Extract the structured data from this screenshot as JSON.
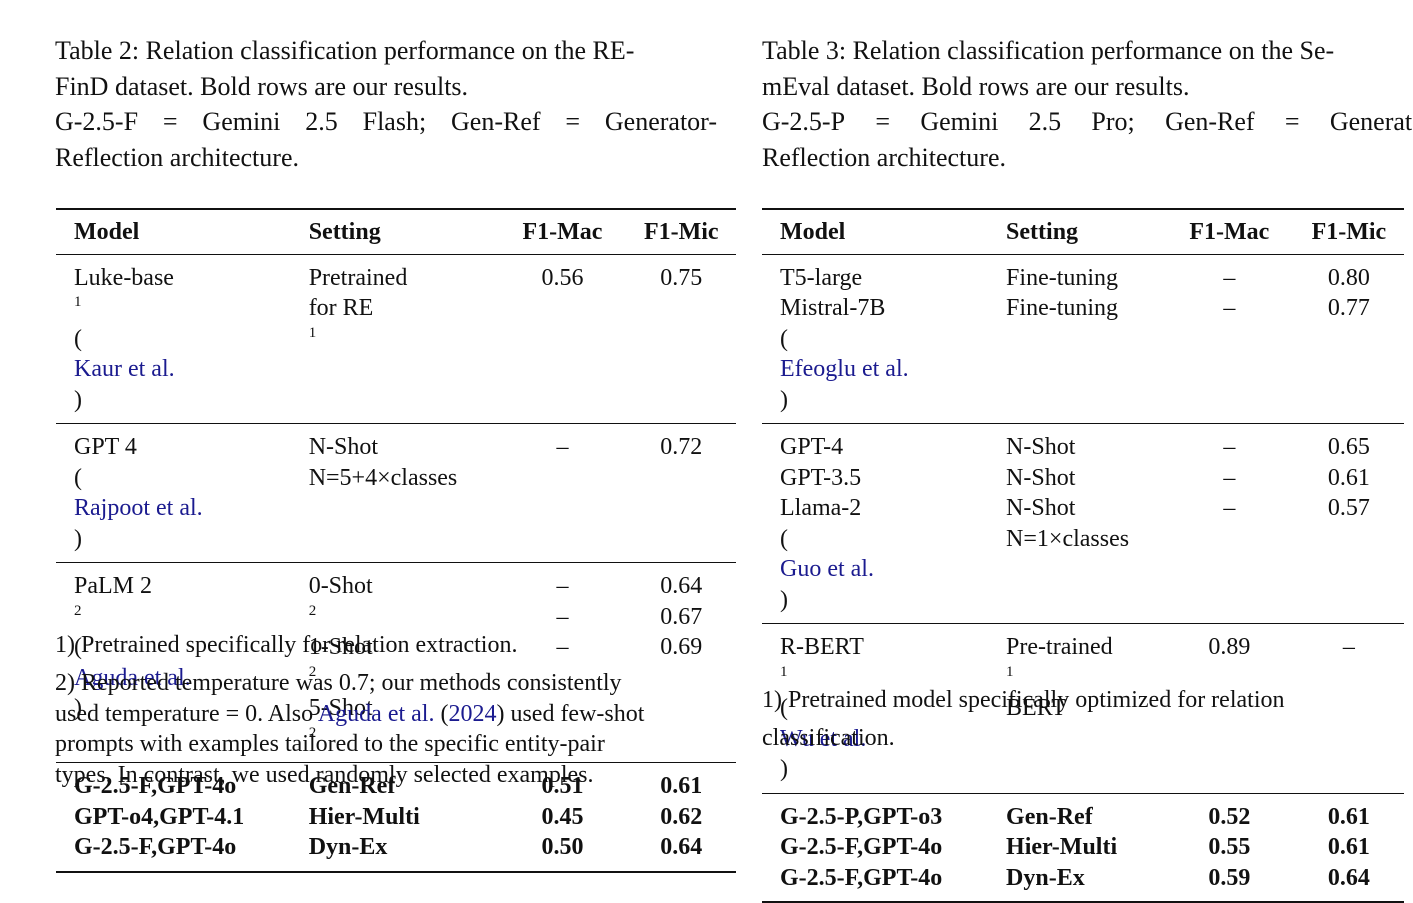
{
  "left": {
    "caption": {
      "line1_a": "Table 2: Relation classification performance on the RE-",
      "line2": "FinD dataset. Bold rows are our results.",
      "line3_parts": [
        "G-2.5-F",
        "=",
        "Gemini",
        "2.5",
        "Flash;",
        "Gen-Ref",
        "=",
        "Generator-"
      ],
      "line4": "Reflection architecture."
    },
    "headers": {
      "model": "Model",
      "setting": "Setting",
      "f1mac": "F1-Mac",
      "f1mic": "F1-Mic"
    },
    "groups": [
      {
        "model_lines": [
          "Luke-base"
        ],
        "model_sup": "1",
        "cite": "Kaur et al.",
        "setting_lines": [
          "Pretrained",
          "for RE"
        ],
        "setting_sup": "1",
        "f1mac": [
          "0.56"
        ],
        "f1mic": [
          "0.75"
        ]
      },
      {
        "model_lines": [
          "GPT 4"
        ],
        "cite": "Rajpoot et al.",
        "setting_lines": [
          "N-Shot",
          "N=5+4×classes"
        ],
        "f1mac": [
          "–"
        ],
        "f1mic": [
          "0.72"
        ]
      },
      {
        "model_lines": [
          "PaLM 2"
        ],
        "model_sup": "2",
        "cite": "Aguda et al.",
        "setting_lines": [
          "0-Shot",
          "1-Shot",
          "5-Shot"
        ],
        "setting_sup": "2",
        "f1mac": [
          "–",
          "–",
          "–"
        ],
        "f1mic": [
          "0.64",
          "0.67",
          "0.69"
        ]
      }
    ],
    "ours": [
      {
        "model": "G-2.5-F,GPT-4o",
        "setting": "Gen-Ref",
        "f1mac": "0.51",
        "f1mic": "0.61"
      },
      {
        "model": "GPT-o4,GPT-4.1",
        "setting": "Hier-Multi",
        "f1mac": "0.45",
        "f1mic": "0.62"
      },
      {
        "model": "G-2.5-F,GPT-4o",
        "setting": "Dyn-Ex",
        "f1mac": "0.50",
        "f1mic": "0.64"
      }
    ],
    "footnotes": {
      "fn1": "1) Pretrained specifically for relation extraction.",
      "fn2_line1": "2) Reported temperature was 0.7; our methods consistently",
      "fn2_line2_a": "used temperature = 0. Also ",
      "fn2_line2_cite": "Aguda et al.",
      "fn2_line2_year": "2024",
      "fn2_line2_b": ") used few-shot",
      "fn2_line3": "prompts with examples tailored to the specific entity-pair",
      "fn2_line4": "types. In contrast, we used randomly selected examples."
    }
  },
  "right": {
    "caption": {
      "line1_a": "Table 3: Relation classification performance on the Se-",
      "line2": "mEval dataset. Bold rows are our results.",
      "line3_parts": [
        "G-2.5-P",
        "=",
        "Gemini",
        "2.5",
        "Pro;",
        "Gen-Ref",
        "=",
        "Generator-"
      ],
      "line4": "Reflection architecture."
    },
    "headers": {
      "model": "Model",
      "setting": "Setting",
      "f1mac": "F1-Mac",
      "f1mic": "F1-Mic"
    },
    "groups": [
      {
        "model_lines": [
          "T5-large",
          "Mistral-7B"
        ],
        "cite": "Efeoglu et al.",
        "setting_lines": [
          "Fine-tuning",
          "Fine-tuning"
        ],
        "f1mac": [
          "–",
          "–"
        ],
        "f1mic": [
          "0.80",
          "0.77"
        ]
      },
      {
        "model_lines": [
          "GPT-4",
          "GPT-3.5",
          "Llama-2"
        ],
        "cite": "Guo et al.",
        "setting_lines": [
          "N-Shot",
          "N-Shot",
          "N-Shot",
          "N=1×classes"
        ],
        "f1mac": [
          "–",
          "–",
          "–"
        ],
        "f1mic": [
          "0.65",
          "0.61",
          "0.57"
        ]
      },
      {
        "model_lines": [
          "R-BERT"
        ],
        "model_sup": "1",
        "cite": "Wu et al.",
        "setting_lines": [
          "Pre-trained",
          "BERT"
        ],
        "setting_sup": "1",
        "f1mac": [
          "0.89"
        ],
        "f1mic": [
          "–"
        ]
      }
    ],
    "ours": [
      {
        "model": "G-2.5-P,GPT-o3",
        "setting": "Gen-Ref",
        "f1mac": "0.52",
        "f1mic": "0.61"
      },
      {
        "model": "G-2.5-F,GPT-4o",
        "setting": "Hier-Multi",
        "f1mac": "0.55",
        "f1mic": "0.61"
      },
      {
        "model": "G-2.5-F,GPT-4o",
        "setting": "Dyn-Ex",
        "f1mac": "0.59",
        "f1mic": "0.64"
      }
    ],
    "footnotes": {
      "fn1_line1": "1) Pretrained model specifically optimized for relation",
      "fn1_line2": "classification."
    }
  }
}
